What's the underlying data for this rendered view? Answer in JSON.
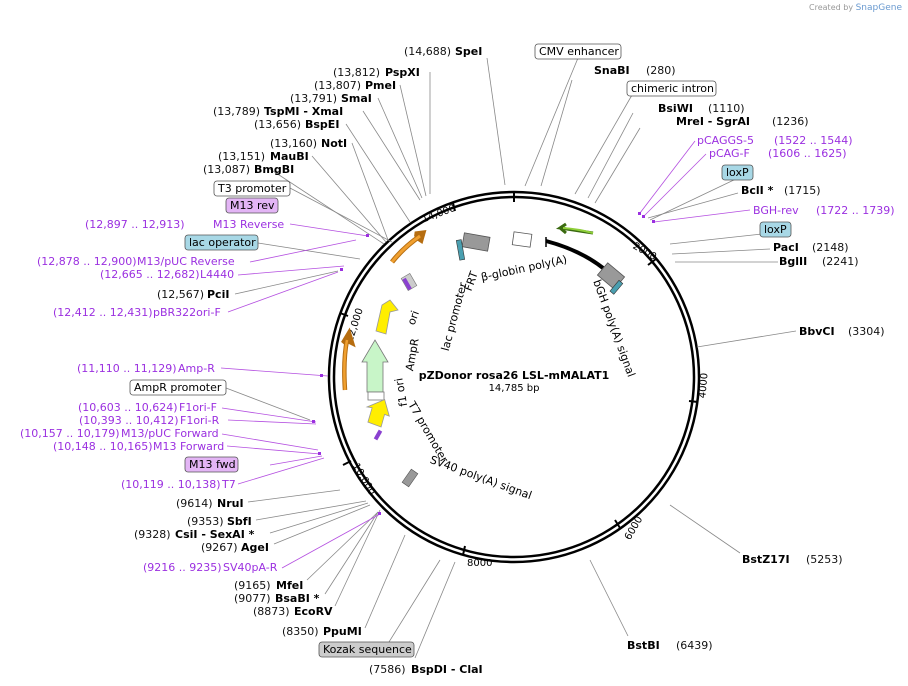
{
  "header": {
    "created_by": "Created by",
    "brand": "SnapGene"
  },
  "plasmid": {
    "name": "pZDonor rosa26 LSL-mMALAT1",
    "length_label": "14,785 bp",
    "length": 14785
  },
  "ticks": [
    {
      "bp": 2000,
      "label": "2000"
    },
    {
      "bp": 4000,
      "label": "4000"
    },
    {
      "bp": 6000,
      "label": "6000"
    },
    {
      "bp": 8000,
      "label": "8000"
    },
    {
      "bp": 10000,
      "label": "10,000"
    },
    {
      "bp": 12000,
      "label": "12,000"
    },
    {
      "bp": 14000,
      "label": "14,000"
    }
  ],
  "enzymes": [
    {
      "pos": "(14,688)",
      "name": "SpeI"
    },
    {
      "pos": "(280)",
      "name": "SnaBI"
    },
    {
      "pos": "(1110)",
      "name": "BsiWI"
    },
    {
      "pos": "(1236)",
      "name": "MreI - SgrAI"
    },
    {
      "pos": "(1715)",
      "name": "BclI *"
    },
    {
      "pos": "(2148)",
      "name": "PacI"
    },
    {
      "pos": "(2241)",
      "name": "BglII"
    },
    {
      "pos": "(3304)",
      "name": "BbvCI"
    },
    {
      "pos": "(5253)",
      "name": "BstZ17I"
    },
    {
      "pos": "(6439)",
      "name": "BstBI"
    },
    {
      "pos": "(7586)",
      "name": "BspDI - ClaI"
    },
    {
      "pos": "(8350)",
      "name": "PpuMI"
    },
    {
      "pos": "(8873)",
      "name": "EcoRV"
    },
    {
      "pos": "(9077)",
      "name": "BsaBI *"
    },
    {
      "pos": "(9165)",
      "name": "MfeI"
    },
    {
      "pos": "(9267)",
      "name": "AgeI"
    },
    {
      "pos": "(9328)",
      "name": "CsiI - SexAI *"
    },
    {
      "pos": "(9353)",
      "name": "SbfI"
    },
    {
      "pos": "(9614)",
      "name": "NruI"
    },
    {
      "pos": "(12,567)",
      "name": "PciI"
    },
    {
      "pos": "(13,087)",
      "name": "BmgBI"
    },
    {
      "pos": "(13,151)",
      "name": "MauBI"
    },
    {
      "pos": "(13,160)",
      "name": "NotI"
    },
    {
      "pos": "(13,656)",
      "name": "BspEI"
    },
    {
      "pos": "(13,789)",
      "name": "TspMI - XmaI"
    },
    {
      "pos": "(13,791)",
      "name": "SmaI"
    },
    {
      "pos": "(13,807)",
      "name": "PmeI"
    },
    {
      "pos": "(13,812)",
      "name": "PspXI"
    }
  ],
  "primers": [
    {
      "name": "pCAGGS-5",
      "range": "(1522 .. 1544)"
    },
    {
      "name": "pCAG-F",
      "range": "(1606 .. 1625)"
    },
    {
      "name": "BGH-rev",
      "range": "(1722 .. 1739)"
    },
    {
      "name": "M13 Reverse",
      "range": "(12,897 .. 12,913)"
    },
    {
      "name": "M13/pUC Reverse",
      "range": "(12,878 .. 12,900)"
    },
    {
      "name": "L4440",
      "range": "(12,665 .. 12,682)"
    },
    {
      "name": "pBR322ori-F",
      "range": "(12,412 .. 12,431)"
    },
    {
      "name": "Amp-R",
      "range": "(11,110 .. 11,129)"
    },
    {
      "name": "F1ori-F",
      "range": "(10,603 .. 10,624)"
    },
    {
      "name": "F1ori-R",
      "range": "(10,393 .. 10,412)"
    },
    {
      "name": "M13/pUC Forward",
      "range": "(10,157 .. 10,179)"
    },
    {
      "name": "M13 Forward",
      "range": "(10,148 .. 10,165)"
    },
    {
      "name": "T7",
      "range": "(10,119 .. 10,138)"
    },
    {
      "name": "SV40pA-R",
      "range": "(9216 .. 9235)"
    }
  ],
  "boxed_labels": [
    {
      "text": "CMV enhancer",
      "style": "white"
    },
    {
      "text": "chimeric intron",
      "style": "white"
    },
    {
      "text": "loxP",
      "style": "teal"
    },
    {
      "text": "loxP",
      "style": "teal"
    },
    {
      "text": "T3 promoter",
      "style": "white"
    },
    {
      "text": "M13 rev",
      "style": "purple"
    },
    {
      "text": "lac operator",
      "style": "teal"
    },
    {
      "text": "AmpR promoter",
      "style": "white"
    },
    {
      "text": "M13 fwd",
      "style": "purple"
    },
    {
      "text": "Kozak sequence",
      "style": "gray"
    }
  ],
  "inner_labels": {
    "beta_globin": "β-globin poly(A)",
    "frt": "FRT",
    "bgh": "bGH poly(A) signal",
    "ori": "ori",
    "lac_promoter": "lac promoter",
    "ampr": "AmpR",
    "f1_ori": "f1 ori",
    "t7_promoter": "T7 promoter",
    "sv40": "SV40 poly(A) signal"
  },
  "colors": {
    "primer": "#9b30e0",
    "teal_box": "#a8d8e6",
    "purple_box": "#e3b5f5",
    "gray_box": "#cccccc",
    "ori_yellow": "#ffee00",
    "ampr_green": "#c8f5c8",
    "promoter_orange": "#f0a030",
    "gray_feature": "#999999"
  }
}
